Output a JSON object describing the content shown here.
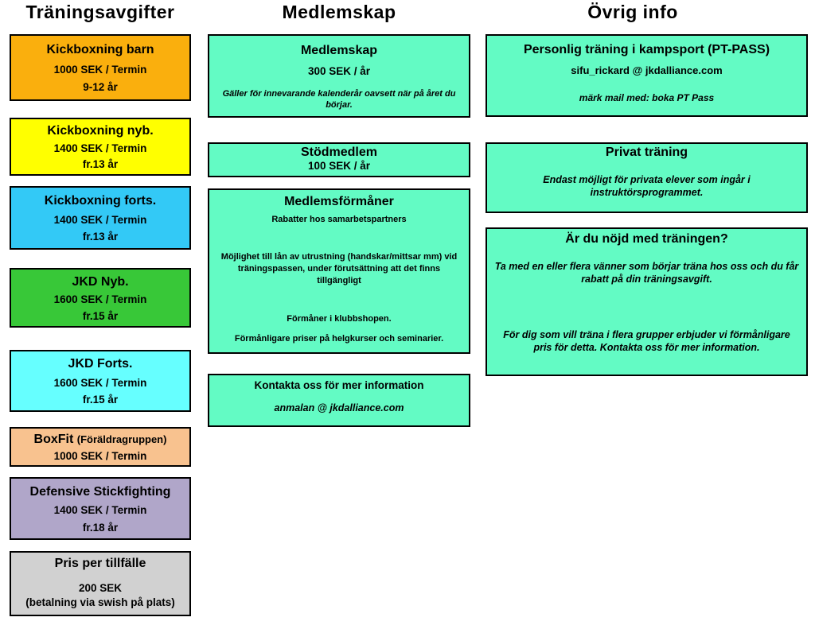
{
  "colors": {
    "teal": "#63FBC4",
    "border": "#000000",
    "background": "#FFFFFF"
  },
  "training": {
    "heading": "Träningsavgifter",
    "boxes": [
      {
        "title": "Kickboxning barn",
        "price": "1000 SEK / Termin",
        "detail": "9-12 år",
        "color": "#FAAF0D"
      },
      {
        "title": "Kickboxning nyb.",
        "price": "1400 SEK / Termin",
        "detail": "fr.13 år",
        "color": "#FFFF00"
      },
      {
        "title": "Kickboxning forts.",
        "price": "1400 SEK / Termin",
        "detail": "fr.13 år",
        "color": "#33C9F6"
      },
      {
        "title": "JKD Nyb.",
        "price": "1600 SEK / Termin",
        "detail": "fr.15 år",
        "color": "#38C838"
      },
      {
        "title": "JKD Forts.",
        "price": "1600 SEK / Termin",
        "detail": "fr.15 år",
        "color": "#66FFFF"
      },
      {
        "title": "BoxFit",
        "title_note": "(Föräldragruppen)",
        "price": "1000 SEK / Termin",
        "color": "#F8C28F"
      },
      {
        "title": "Defensive Stickfighting",
        "price": "1400 SEK / Termin",
        "detail": "fr.18 år",
        "color": "#B0A6C9"
      },
      {
        "title": "Pris per tillfälle",
        "price": "200 SEK",
        "detail": "(betalning via swish på plats)",
        "color": "#D1D1D1"
      }
    ]
  },
  "membership": {
    "heading": "Medlemskap",
    "membership_box": {
      "title": "Medlemskap",
      "price": "300 SEK / år",
      "note": "Gäller för innevarande kalenderår oavsett när på året du börjar."
    },
    "support_box": {
      "title": "Stödmedlem",
      "price": "100 SEK / år"
    },
    "benefits_box": {
      "title": "Medlemsförmåner",
      "items": [
        "Rabatter hos samarbetspartners",
        "Möjlighet till lån av utrustning (handskar/mittsar mm) vid träningspassen, under förutsättning att det finns tillgängligt",
        "Förmåner i klubbshopen.",
        "Förmånligare priser på helgkurser och seminarier."
      ]
    },
    "contact_box": {
      "title": "Kontakta oss för mer information",
      "email": "anmalan @ jkdalliance.com"
    }
  },
  "other": {
    "heading": "Övrig info",
    "pt_box": {
      "title": "Personlig träning i kampsport (PT-PASS)",
      "email": "sifu_rickard @ jkdalliance.com",
      "note": "märk mail med: boka PT Pass"
    },
    "private_box": {
      "title": "Privat träning",
      "note": "Endast möjligt för privata elever som ingår i instruktörsprogrammet."
    },
    "referral_box": {
      "title": "Är du nöjd med träningen?",
      "paragraph1": "Ta med en eller flera vänner som börjar träna hos oss och du får rabatt på din träningsavgift.",
      "paragraph2": "För dig som vill träna i flera grupper erbjuder vi förmånligare pris för detta. Kontakta oss för mer information."
    }
  }
}
